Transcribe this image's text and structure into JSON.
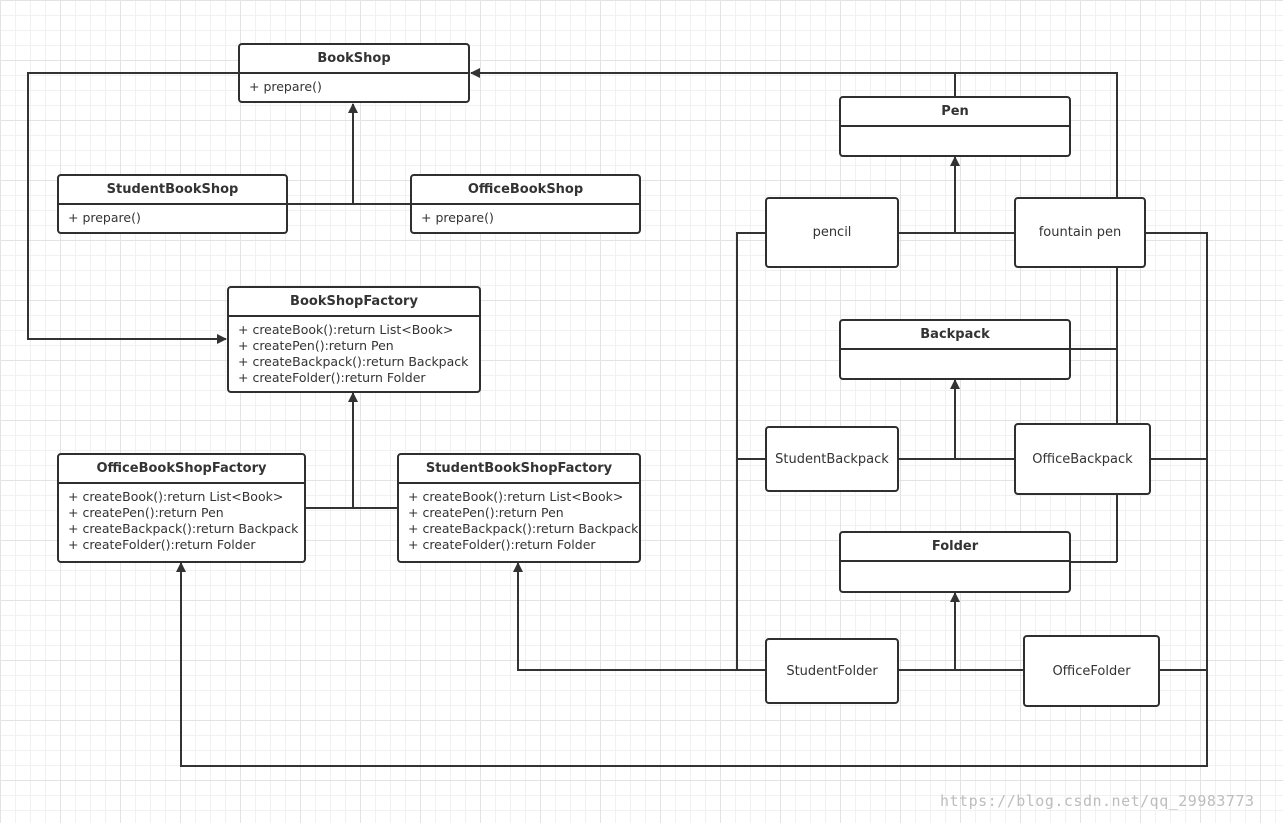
{
  "classes": {
    "bookshop": {
      "name": "BookShop",
      "members": [
        "+ prepare()"
      ]
    },
    "student_bookshop": {
      "name": "StudentBookShop",
      "members": [
        "+ prepare()"
      ]
    },
    "office_bookshop": {
      "name": "OfficeBookShop",
      "members": [
        "+ prepare()"
      ]
    },
    "bookshop_factory": {
      "name": "BookShopFactory",
      "members": [
        "+ createBook():return List<Book>",
        "+ createPen():return Pen",
        "+ createBackpack():return Backpack",
        "+ createFolder():return Folder"
      ]
    },
    "office_bookshop_factory": {
      "name": "OfficeBookShopFactory",
      "members": [
        "+ createBook():return List<Book>",
        "+ createPen():return Pen",
        "+ createBackpack():return Backpack",
        "+ createFolder():return Folder"
      ]
    },
    "student_bookshop_factory": {
      "name": "StudentBookShopFactory",
      "members": [
        "+ createBook():return List<Book>",
        "+ createPen():return Pen",
        "+ createBackpack():return Backpack",
        "+ createFolder():return Folder"
      ]
    },
    "pen": {
      "name": "Pen",
      "members": []
    },
    "backpack": {
      "name": "Backpack",
      "members": []
    },
    "folder": {
      "name": "Folder",
      "members": []
    }
  },
  "objects": {
    "pencil": "pencil",
    "fountain_pen": "fountain pen",
    "student_backpack": "StudentBackpack",
    "office_backpack": "OfficeBackpack",
    "student_folder": "StudentFolder",
    "office_folder": "OfficeFolder"
  },
  "watermark": "https://blog.csdn.net/qq_29983773",
  "colors": {
    "line": "#333333",
    "border": "#2f2f2f",
    "grid": "#e3e3e3"
  }
}
